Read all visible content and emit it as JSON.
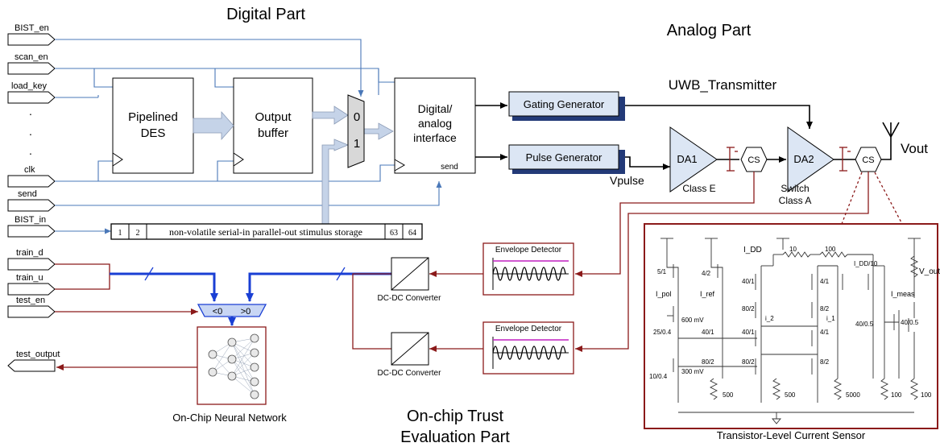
{
  "titles": {
    "digital": "Digital Part",
    "analog": "Analog Part",
    "uwb": "UWB_Transmitter",
    "trust_line1": "On-chip Trust",
    "trust_line2": "Evaluation Part"
  },
  "inputs": {
    "bist_en": "BIST_en",
    "scan_en": "scan_en",
    "load_key": "load_key",
    "dot": ".",
    "clk": "clk",
    "send": "send",
    "bist_in": "BIST_in",
    "train_d": "train_d",
    "train_u": "train_u",
    "test_en": "test_en",
    "test_output": "test_output"
  },
  "digital": {
    "des_line1": "Pipelined",
    "des_line2": "DES",
    "buf_line1": "Output",
    "buf_line2": "buffer",
    "mux_0": "0",
    "mux_1": "1",
    "dai_line1": "Digital/",
    "dai_line2": "analog",
    "dai_line3": "interface",
    "dai_send": "send",
    "storage_cells": [
      "1",
      "2",
      "63",
      "64"
    ],
    "storage_label": "non-volatile serial-in parallel-out stimulus storage"
  },
  "analog": {
    "gating": "Gating Generator",
    "pulse": "Pulse Generator",
    "vpulse": "Vpulse",
    "da1": "DA1",
    "da1_class": "Class E",
    "da2": "DA2",
    "da2_class_line1": "Switch",
    "da2_class_line2": "Class A",
    "cs": "CS",
    "vout": "Vout"
  },
  "trust": {
    "env_det": "Envelope Detector",
    "dcdc": "DC-DC Converter",
    "cmp_lt": "<0",
    "cmp_gt": ">0",
    "nn_label": "On-Chip Neural Network"
  },
  "sensor": {
    "title": "Transistor-Level Current Sensor",
    "labels": {
      "idd": "I_DD",
      "idd10": "I_DD/10",
      "vout": "V_out",
      "imeas": "I_meas",
      "ipol": "I_pol",
      "iref": "I_ref",
      "i2": "i_2",
      "i1": "i_1",
      "r10": "10",
      "r100": "100",
      "r500a": "500",
      "r500b": "500",
      "r5000": "5000",
      "r100b": "100",
      "r100c": "100",
      "m51": "5/1",
      "m42a": "4/2",
      "m401a": "40/1",
      "m41a": "4/1",
      "m802a": "80/2",
      "m82a": "8/2",
      "m4005a": "40/0.5",
      "m4005b": "40/0.5",
      "m2504": "25/0.4",
      "m401b": "40/1",
      "m401c": "40/1",
      "m41b": "4/1",
      "m802b": "80/2",
      "m802c": "80/2",
      "m82b": "8/2",
      "m1004": "10/0.4",
      "v600": "600 mV",
      "v300": "300 mV"
    }
  },
  "colors": {
    "blue_wire": "#4a78b8",
    "thick_blue": "#1a3fd4",
    "dark_red": "#8b1a1a",
    "box_fill": "#dce6f4",
    "box_shadow": "#233a78",
    "arrow_fill": "#c5d3e8"
  }
}
